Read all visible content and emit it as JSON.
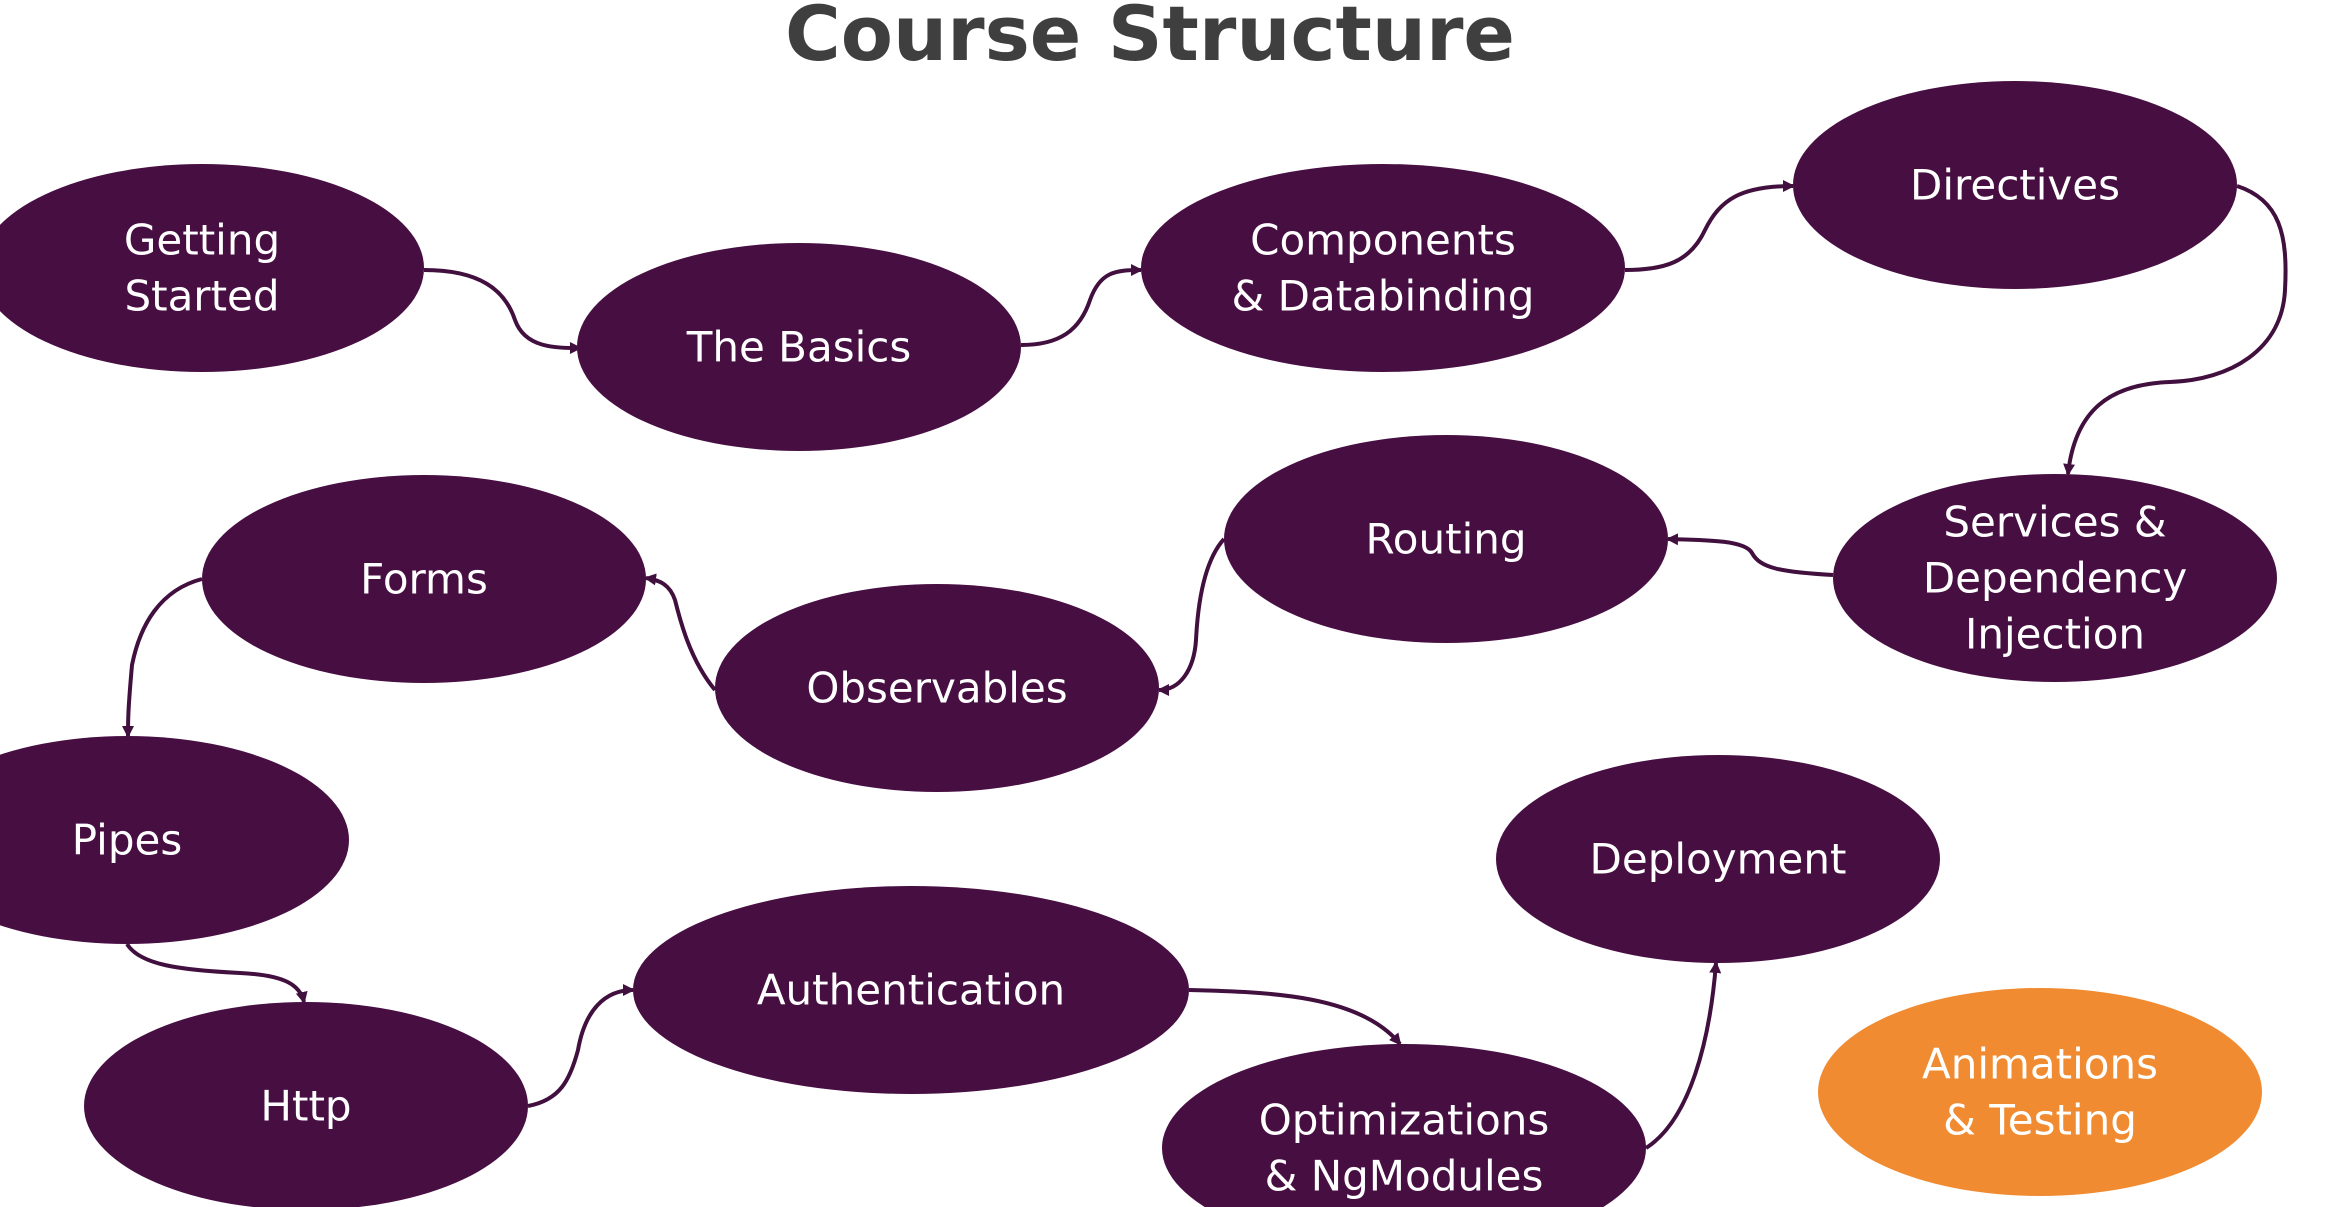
{
  "title": "Course Structure",
  "colors": {
    "node": "#470e42",
    "highlight": "#f08b32",
    "arrow": "#42103f",
    "title": "#3f3f3f",
    "label": "#ffffff"
  },
  "nodes": [
    {
      "id": "getting-started",
      "lines": [
        "Getting",
        "Started"
      ],
      "highlight": false
    },
    {
      "id": "the-basics",
      "lines": [
        "The Basics"
      ],
      "highlight": false
    },
    {
      "id": "components-databinding",
      "lines": [
        "Components",
        "& Databinding"
      ],
      "highlight": false
    },
    {
      "id": "directives",
      "lines": [
        "Directives"
      ],
      "highlight": false
    },
    {
      "id": "services-di",
      "lines": [
        "Services &",
        "Dependency",
        "Injection"
      ],
      "highlight": false
    },
    {
      "id": "routing",
      "lines": [
        "Routing"
      ],
      "highlight": false
    },
    {
      "id": "observables",
      "lines": [
        "Observables"
      ],
      "highlight": false
    },
    {
      "id": "forms",
      "lines": [
        "Forms"
      ],
      "highlight": false
    },
    {
      "id": "pipes",
      "lines": [
        "Pipes"
      ],
      "highlight": false
    },
    {
      "id": "http",
      "lines": [
        "Http"
      ],
      "highlight": false
    },
    {
      "id": "authentication",
      "lines": [
        "Authentication"
      ],
      "highlight": false
    },
    {
      "id": "optimizations",
      "lines": [
        "Optimizations",
        "& NgModules"
      ],
      "highlight": false
    },
    {
      "id": "deployment",
      "lines": [
        "Deployment"
      ],
      "highlight": false
    },
    {
      "id": "animations-testing",
      "lines": [
        "Animations",
        "& Testing"
      ],
      "highlight": true
    }
  ],
  "edges": [
    {
      "from": "getting-started",
      "to": "the-basics"
    },
    {
      "from": "the-basics",
      "to": "components-databinding"
    },
    {
      "from": "components-databinding",
      "to": "directives"
    },
    {
      "from": "directives",
      "to": "services-di"
    },
    {
      "from": "services-di",
      "to": "routing"
    },
    {
      "from": "routing",
      "to": "observables"
    },
    {
      "from": "observables",
      "to": "forms"
    },
    {
      "from": "forms",
      "to": "pipes"
    },
    {
      "from": "pipes",
      "to": "http"
    },
    {
      "from": "http",
      "to": "authentication"
    },
    {
      "from": "authentication",
      "to": "optimizations"
    },
    {
      "from": "optimizations",
      "to": "deployment"
    }
  ]
}
